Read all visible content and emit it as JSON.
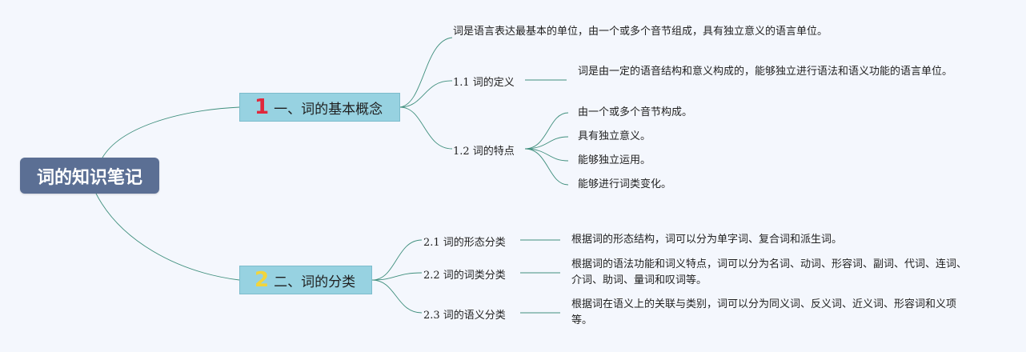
{
  "root": {
    "title": "词的知识笔记"
  },
  "branches": [
    {
      "number": "1",
      "title": "一、词的基本概念",
      "intro": "词是语言表达最基本的单位，由一个或多个音节组成，具有独立意义的语言单位。",
      "subs": [
        {
          "label": "1.1 词的定义",
          "leaves": [
            "词是由一定的语音结构和意义构成的，能够独立进行语法和语义功能的语言单位。"
          ]
        },
        {
          "label": "1.2 词的特点",
          "leaves": [
            "由一个或多个音节构成。",
            "具有独立意义。",
            "能够独立运用。",
            "能够进行词类变化。"
          ]
        }
      ]
    },
    {
      "number": "2",
      "title": "二、词的分类",
      "subs": [
        {
          "label": "2.1 词的形态分类",
          "leaves": [
            "根据词的形态结构，词可以分为单字词、复合词和派生词。"
          ]
        },
        {
          "label": "2.2 词的词类分类",
          "leaves": [
            "根据词的语法功能和词义特点，词可以分为名词、动词、形容词、副词、代词、连词、介词、助词、量词和叹词等。"
          ]
        },
        {
          "label": "2.3 词的语义分类",
          "leaves": [
            "根据词在语义上的关联与类别，词可以分为同义词、反义词、近义词、形容词和义项等。"
          ]
        }
      ]
    }
  ],
  "colors": {
    "root_bg": "#5b6f94",
    "main_bg": "#97d2e1",
    "link": "#3f8f7d",
    "num1": "#e0283c",
    "num2": "#f2d53c"
  }
}
